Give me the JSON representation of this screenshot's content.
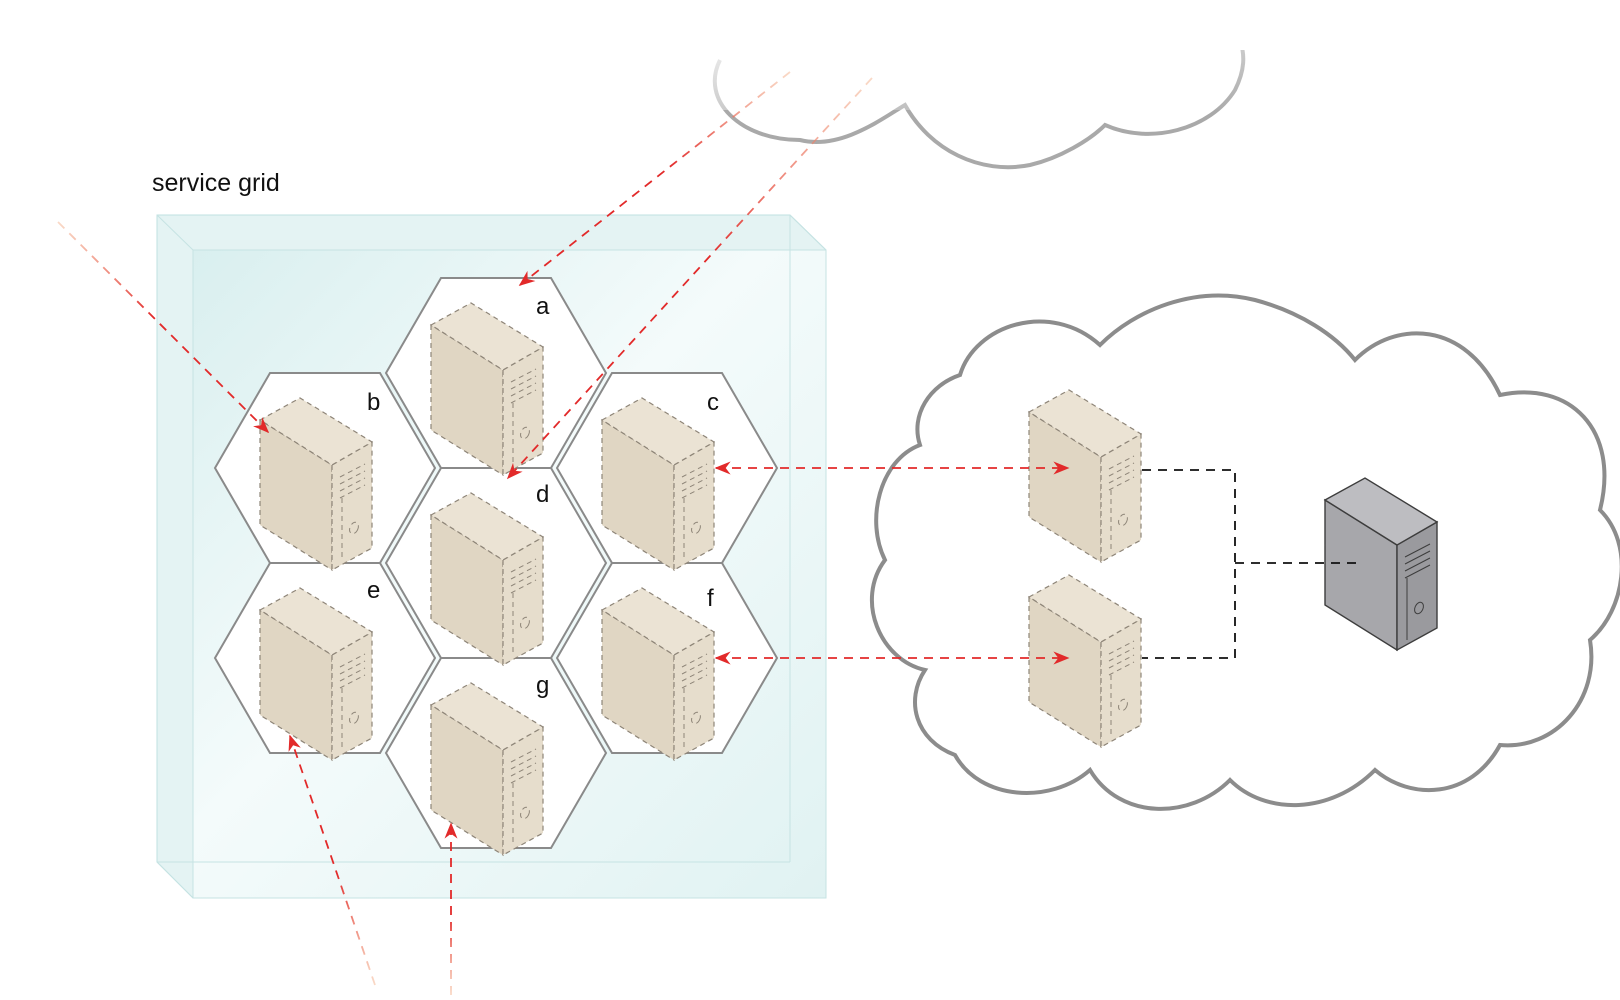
{
  "title": "service grid",
  "colors": {
    "grid_fill": "#e3f3f3",
    "grid_edge": "#b9dcdc",
    "server_fill": "#e0d6c3",
    "server_side": "#e6ddcc",
    "server_top": "#ebe3d4",
    "dedicated_server": "#a9a9ad",
    "arrow": "#e22a2a",
    "link": "#111111"
  },
  "grid_nodes": [
    {
      "label": "a",
      "icon": "server-icon"
    },
    {
      "label": "b",
      "icon": "server-icon"
    },
    {
      "label": "c",
      "icon": "server-icon"
    },
    {
      "label": "d",
      "icon": "server-icon"
    },
    {
      "label": "e",
      "icon": "server-icon"
    },
    {
      "label": "f",
      "icon": "server-icon"
    },
    {
      "label": "g",
      "icon": "server-icon"
    }
  ],
  "cloud_servers": [
    {
      "icon": "server-icon",
      "connected_to": "c"
    },
    {
      "icon": "server-icon",
      "connected_to": "f"
    }
  ],
  "dedicated_server": {
    "icon": "server-icon"
  },
  "incoming_arrows": [
    {
      "target": "a"
    },
    {
      "target": "d"
    },
    {
      "target": "b"
    },
    {
      "target": "e"
    },
    {
      "target": "g"
    }
  ]
}
